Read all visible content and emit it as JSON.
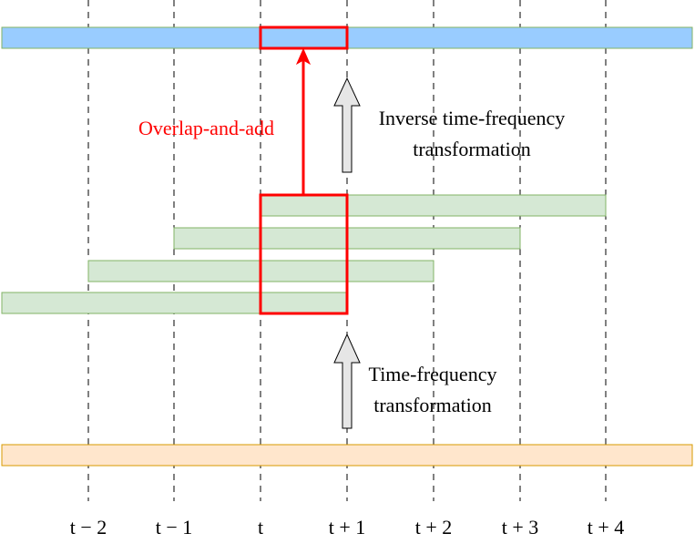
{
  "time_labels": [
    "t − 2",
    "t − 1",
    "t",
    "t + 1",
    "t + 2",
    "t + 3",
    "t + 4"
  ],
  "labels": {
    "overlap_add": "Overlap-and-add",
    "inverse_tf_line1": "Inverse time-frequency",
    "inverse_tf_line2": "transformation",
    "tf_line1": "Time-frequency",
    "tf_line2": "transformation"
  },
  "colors": {
    "output_bar_fill": "#99ccff",
    "output_bar_stroke": "#82b366",
    "frame_fill": "#d5e8d4",
    "frame_stroke": "#82b366",
    "input_bar_fill": "#ffe6cc",
    "input_bar_stroke": "#d79b00",
    "highlight": "#ff0000",
    "arrow_fill": "#e6e6e6",
    "arrow_stroke": "#000000"
  },
  "icons": [
    "up-arrow-icon"
  ]
}
